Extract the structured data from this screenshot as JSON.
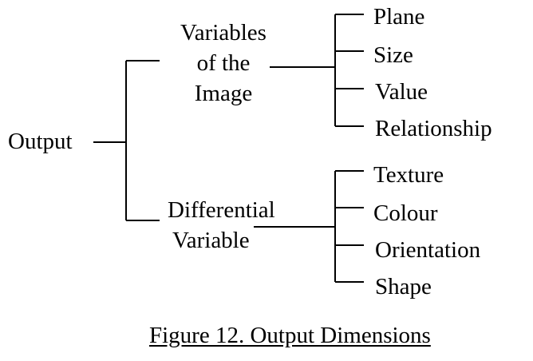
{
  "root": {
    "label": "Output"
  },
  "groups": [
    {
      "label_lines": [
        "Variables",
        "of the",
        "Image"
      ],
      "items": [
        "Plane",
        "Size",
        "Value",
        "Relationship"
      ]
    },
    {
      "label_lines": [
        "Differential",
        "Variable"
      ],
      "items": [
        "Texture",
        "Colour",
        "Orientation",
        "Shape"
      ]
    }
  ],
  "caption": "Figure 12. Output Dimensions"
}
